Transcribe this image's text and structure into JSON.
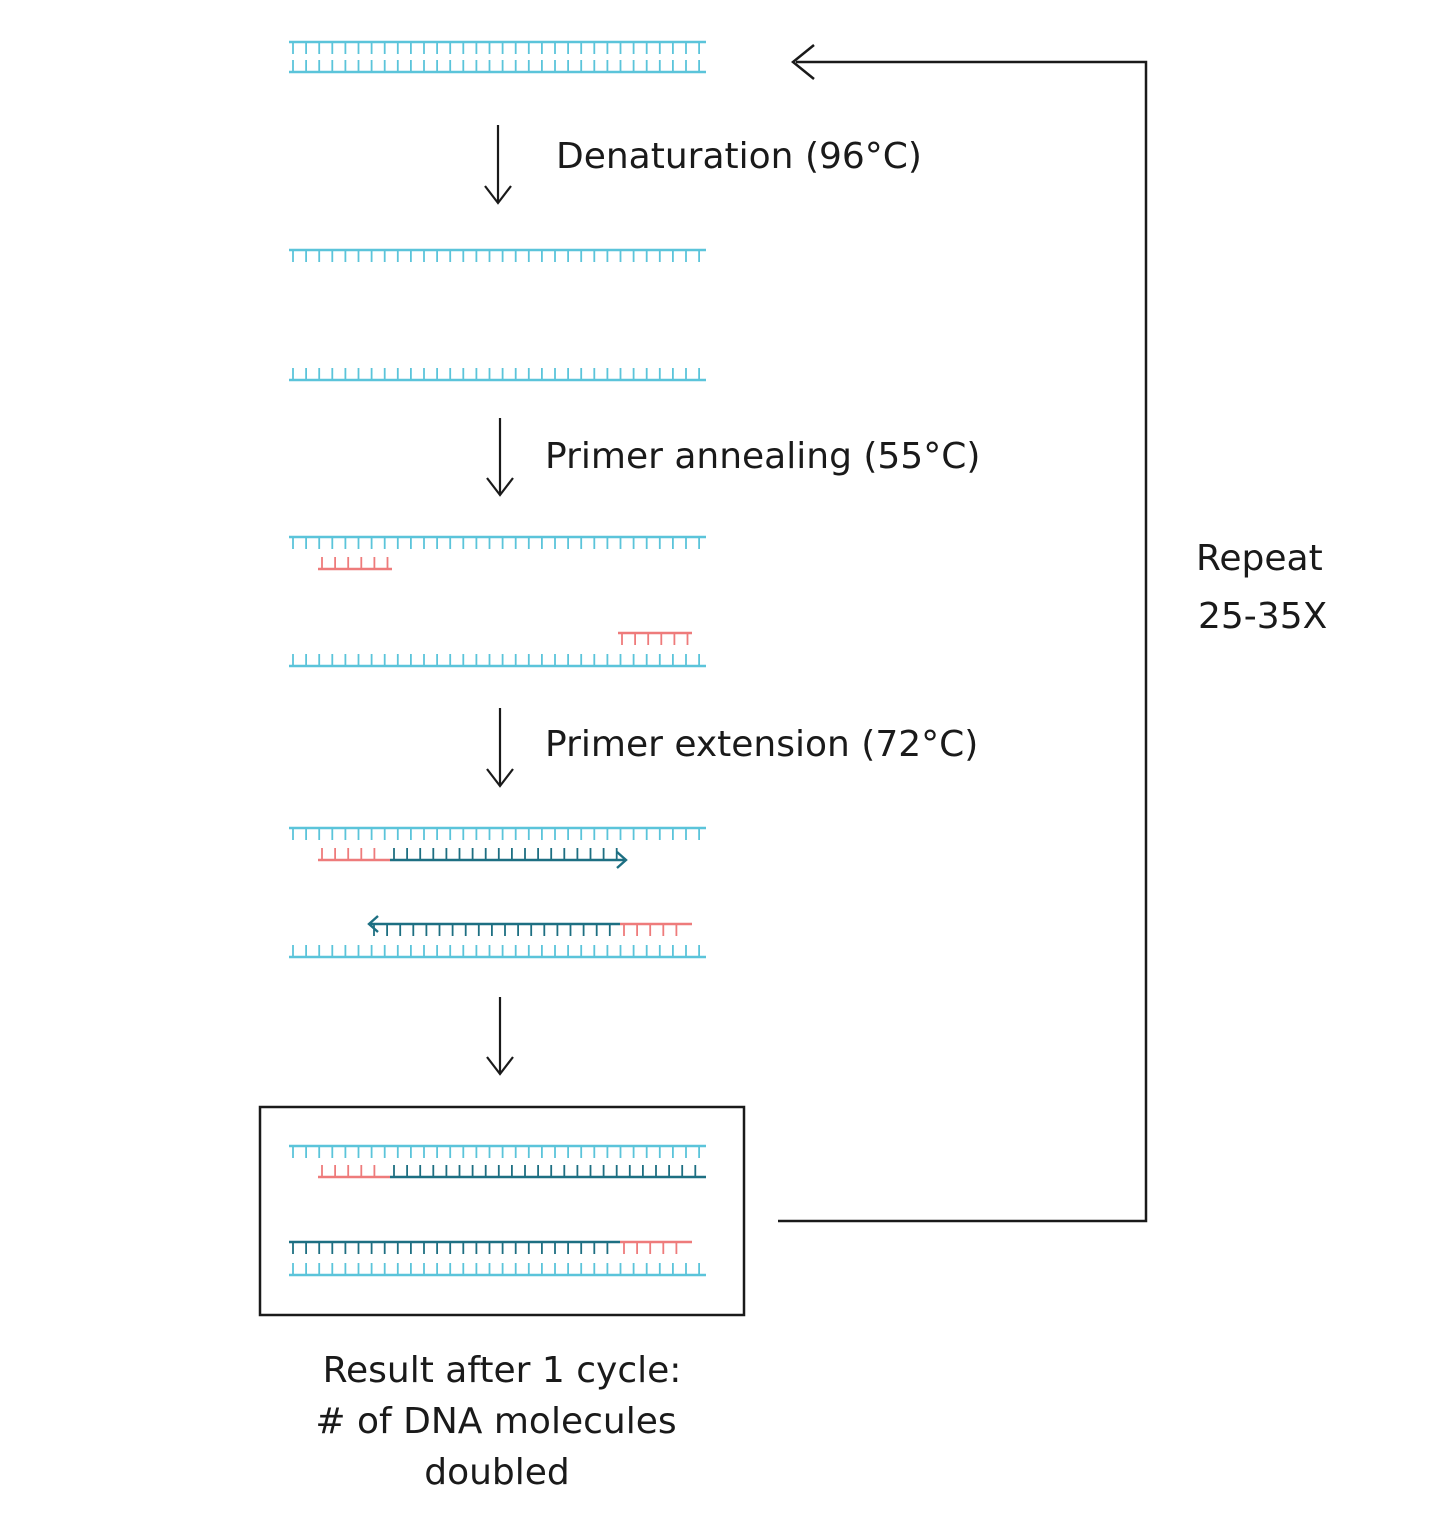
{
  "colors": {
    "template_strand": "#5bc4da",
    "primer": "#ee7b7b",
    "new_strand": "#1d6f82",
    "ink": "#1a1a1a"
  },
  "steps": {
    "denaturation": "Denaturation (96°C)",
    "annealing": "Primer annealing (55°C)",
    "extension": "Primer extension (72°C)"
  },
  "repeat": {
    "line1": "Repeat",
    "line2": "25-35X"
  },
  "result": {
    "line1": "Result after 1 cycle:",
    "line2": "# of DNA molecules",
    "line3": "doubled"
  },
  "icons": {
    "step_arrow": "down-arrow-icon",
    "loop_arrow": "loop-back-arrow-icon"
  }
}
